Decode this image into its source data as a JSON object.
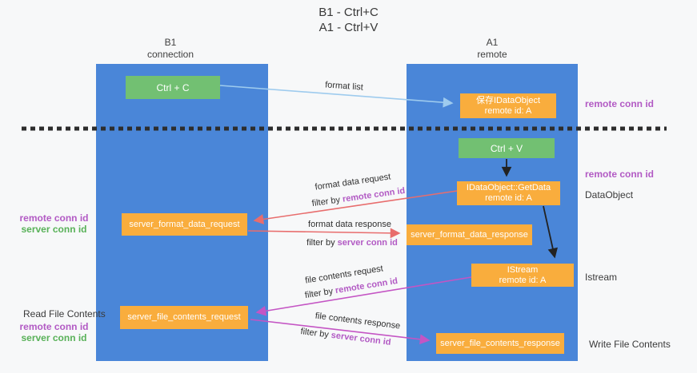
{
  "title": {
    "line1": "B1 - Ctrl+C",
    "line2": "A1 - Ctrl+V"
  },
  "columns": {
    "left": {
      "name": "B1",
      "subtitle": "connection"
    },
    "right": {
      "name": "A1",
      "subtitle": "remote"
    }
  },
  "boxes": {
    "ctrl_c": {
      "label": "Ctrl + C"
    },
    "ctrl_v": {
      "label": "Ctrl + V"
    },
    "save_dataobject": {
      "line1": "保存IDataObject",
      "line2": "remote id: A"
    },
    "getdata": {
      "line1": "IDataObject::GetData",
      "line2": "remote id: A"
    },
    "istream": {
      "line1": "IStream",
      "line2": "remote id: A"
    },
    "format_request": {
      "label": "server_format_data_request"
    },
    "format_response": {
      "label": "server_format_data_response"
    },
    "file_request": {
      "label": "server_file_contents_request"
    },
    "file_response": {
      "label": "server_file_contents_response"
    }
  },
  "side_labels": {
    "remote_conn_top": "remote conn id",
    "remote_conn_mid": "remote conn id",
    "dataobject": "DataObject",
    "istream": "Istream",
    "write_file_contents": "Write File Contents",
    "read_file_contents": "Read File Contents",
    "left_format": {
      "remote": "remote conn id",
      "server": "server conn id"
    },
    "left_file": {
      "remote": "remote conn id",
      "server": "server conn id"
    }
  },
  "arrow_labels": {
    "format_list": "format list",
    "format_request": "format data request",
    "format_request_filter": {
      "prefix": "filter by ",
      "id": "remote conn id"
    },
    "format_response": "format data response",
    "format_response_filter": {
      "prefix": "filter by ",
      "id": "server conn id"
    },
    "file_request": "file contents request",
    "file_request_filter": {
      "prefix": "filter by ",
      "id": "remote conn id"
    },
    "file_response": "file contents response",
    "file_response_filter": {
      "prefix": "filter by ",
      "id": "server conn id"
    }
  },
  "colors": {
    "column_blue": "#4a86d8",
    "box_green": "#72c072",
    "box_orange": "#f9ad3d",
    "label_purple": "#b25ac4",
    "label_green": "#58b158",
    "arrow_light_blue": "#9ecbee",
    "arrow_red": "#e86d6d",
    "arrow_magenta": "#c455c4",
    "arrow_black": "#222222",
    "dashed_line": "#2d2d2d",
    "background": "#f7f8f9"
  }
}
